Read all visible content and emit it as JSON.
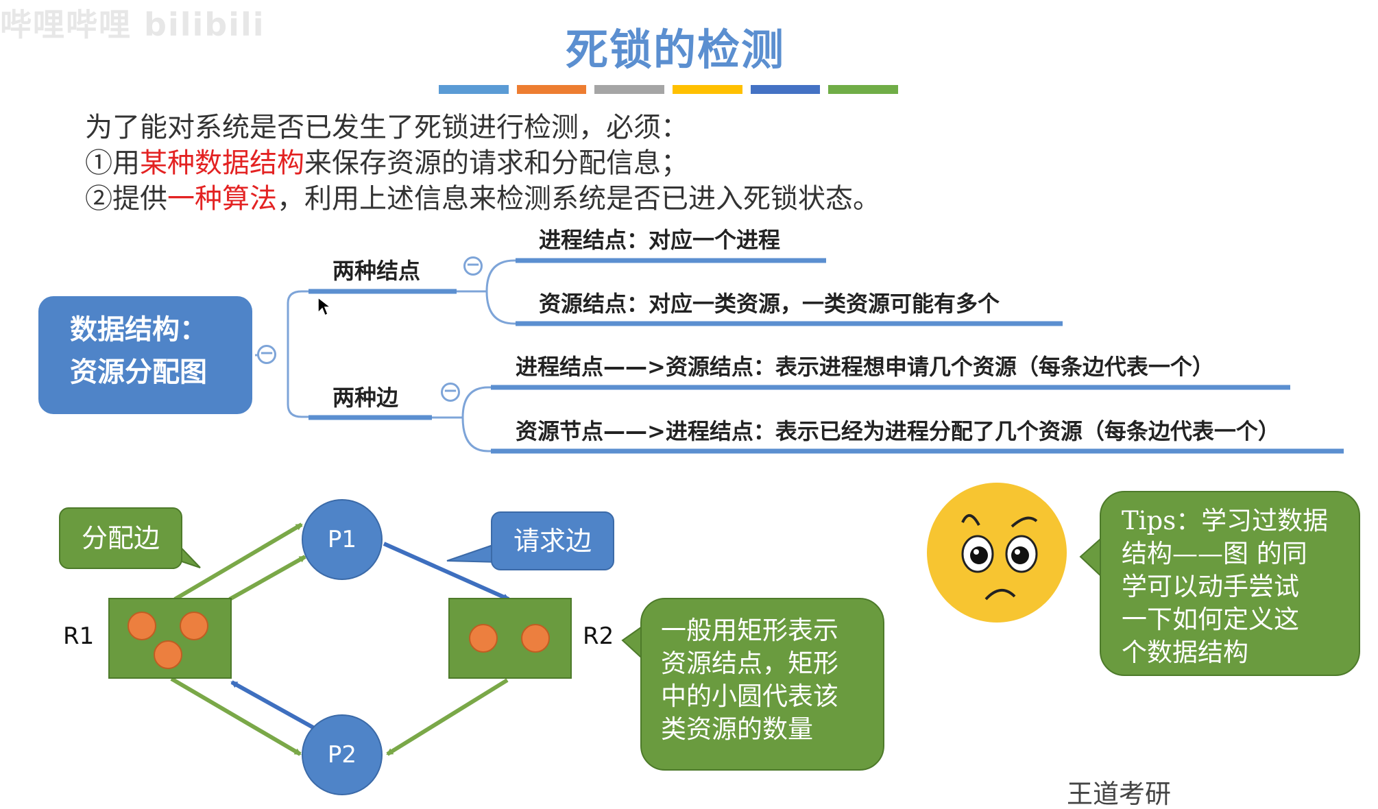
{
  "watermark": "哔哩哔哩 bilibili",
  "title": "死锁的检测",
  "title_bar_colors": [
    "#5a9bd5",
    "#ed7d31",
    "#a5a5a5",
    "#ffc000",
    "#4472c4",
    "#70ad47"
  ],
  "intro": {
    "line1": "为了能对系统是否已发生了死锁进行检测，必须：",
    "line2_pre": "①用",
    "line2_red": "某种数据结构",
    "line2_post": "来保存资源的请求和分配信息；",
    "line3_pre": "②提供",
    "line3_red": "一种算法",
    "line3_post": "，利用上述信息来检测系统是否已进入死锁状态。"
  },
  "mindmap": {
    "root_line1": "数据结构：",
    "root_line2": "资源分配图",
    "branch_nodes": "两种结点",
    "branch_edges": "两种边",
    "leaf_process_node": "进程结点：对应一个进程",
    "leaf_resource_node": "资源结点：对应一类资源，一类资源可能有多个",
    "leaf_edge_request": "进程结点——>资源结点：表示进程想申请几个资源（每条边代表一个）",
    "leaf_edge_assign": "资源节点——>进程结点：表示已经为进程分配了几个资源（每条边代表一个）",
    "collapse_symbol": "−"
  },
  "graph": {
    "assign_edge_label": "分配边",
    "request_edge_label": "请求边",
    "p1": "P1",
    "p2": "P2",
    "r1": "R1",
    "r2": "R2",
    "r1_instances": 3,
    "r2_instances": 2,
    "note_lines": [
      "一般用矩形表示",
      "资源结点，矩形",
      "中的小圆代表该",
      "类资源的数量"
    ]
  },
  "tips_lines": [
    "Tips：学习过数据",
    "结构——图 的同",
    "学可以动手尝试",
    "一下如何定义这",
    "个数据结构"
  ],
  "footer_partial": "王道考研"
}
